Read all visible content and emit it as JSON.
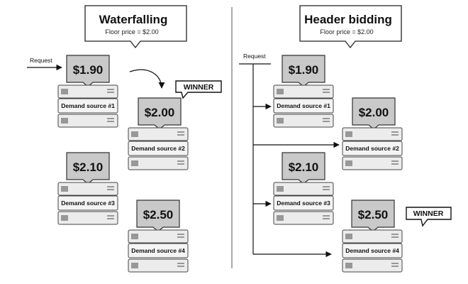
{
  "panels": [
    {
      "title": "Waterfalling",
      "floor_price": "Floor price = $2.00",
      "request_label": "Request",
      "winner_label": "WINNER",
      "sources": [
        {
          "price": "$1.90",
          "label": "Demand source #1"
        },
        {
          "price": "$2.00",
          "label": "Demand source #2"
        },
        {
          "price": "$2.10",
          "label": "Demand source #3"
        },
        {
          "price": "$2.50",
          "label": "Demand source #4"
        }
      ]
    },
    {
      "title": "Header bidding",
      "floor_price": "Floor price = $2.00",
      "request_label": "Request",
      "winner_label": "WINNER",
      "sources": [
        {
          "price": "$1.90",
          "label": "Demand source #1"
        },
        {
          "price": "$2.00",
          "label": "Demand source #2"
        },
        {
          "price": "$2.10",
          "label": "Demand source #3"
        },
        {
          "price": "$2.50",
          "label": "Demand source #4"
        }
      ]
    }
  ]
}
